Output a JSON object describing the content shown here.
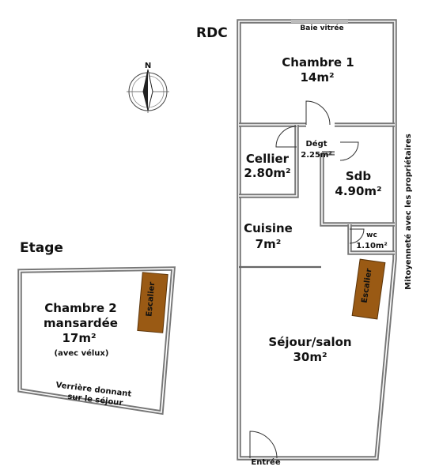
{
  "labels": {
    "rdc": "RDC",
    "etage": "Etage",
    "north": "N",
    "baie": "Baie vitrée",
    "mitoyennete": "Mitoyenneté avec les propriétaires",
    "entree": "Entrée",
    "verriere_line1": "Verrière donnant",
    "verriere_line2": "sur le séjour",
    "escalier": "Escalier"
  },
  "rooms": {
    "chambre1": {
      "name": "Chambre 1",
      "area": "14m²"
    },
    "cellier": {
      "name": "Cellier",
      "area": "2.80m²"
    },
    "degt": {
      "name": "Dégt",
      "area": "2.25m²"
    },
    "sdb": {
      "name": "Sdb",
      "area": "4.90m²"
    },
    "cuisine": {
      "name": "Cuisine",
      "area": "7m²"
    },
    "wc": {
      "name": "wc",
      "area": "1.10m²"
    },
    "sejour": {
      "name": "Séjour/salon",
      "area": "30m²"
    },
    "chambre2": {
      "name": "Chambre 2",
      "name2": "mansardée",
      "area": "17m²",
      "note": "(avec vélux)"
    }
  },
  "colors": {
    "wall": "#777777",
    "stair_fill": "#9a5a14",
    "stair_stroke": "#5a3308"
  }
}
